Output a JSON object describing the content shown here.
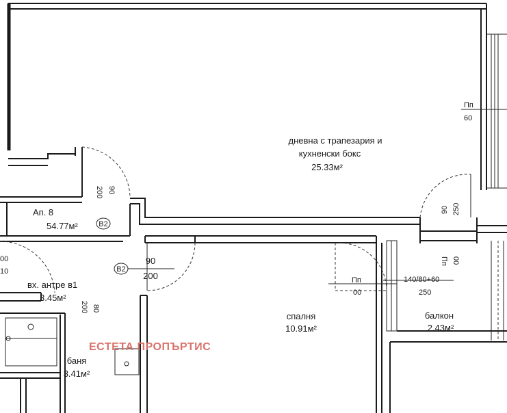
{
  "rooms": {
    "living": {
      "line1": "дневна с трапезария и",
      "line2": "кухненски бокс",
      "area": "25.33м²"
    },
    "apartment": {
      "name": "Ап. 8",
      "area": "54.77м²",
      "badge": "B2"
    },
    "entry": {
      "name": "вх. антре в1",
      "area": "3.45м²"
    },
    "bedroom": {
      "name": "спалня",
      "area": "10.91м²"
    },
    "balcony": {
      "name": "балкон",
      "area": "2.43м²"
    },
    "bath": {
      "name": "баня",
      "area": "3.41м²"
    }
  },
  "doors": {
    "main": {
      "badge": "B2",
      "width": "90",
      "height": "200"
    },
    "hall_top": {
      "a": "90",
      "b": "200"
    },
    "entry_side": {
      "a": "80",
      "b": "200"
    },
    "balcony_door": {
      "a": "90",
      "b": "250"
    },
    "left_cut": {
      "a": "00",
      "b": "10"
    }
  },
  "windows": {
    "living": {
      "code": "Пп",
      "size": "60"
    },
    "bedroom": {
      "code": "Пп",
      "size": "00"
    },
    "balcony_side": {
      "code": "Пп",
      "size": "00"
    },
    "balcony_door_frame": {
      "size": "140/80+60",
      "height": "250"
    }
  },
  "watermark": "ЕСТЕТА ПРОПЪРТИС"
}
